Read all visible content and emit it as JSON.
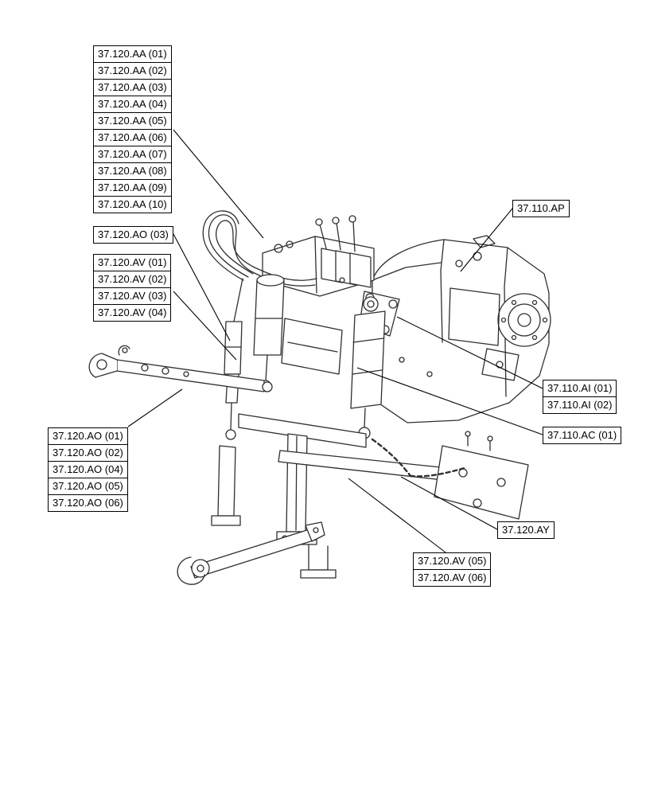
{
  "figure": {
    "background": "#ffffff",
    "line_color": "#2f2f2f",
    "callout_border": "#000000",
    "callout_background": "#ffffff"
  },
  "labels": {
    "aa": [
      "37.120.AA (01)",
      "37.120.AA (02)",
      "37.120.AA (03)",
      "37.120.AA (04)",
      "37.120.AA (05)",
      "37.120.AA (06)",
      "37.120.AA (07)",
      "37.120.AA (08)",
      "37.120.AA (09)",
      "37.120.AA (10)"
    ],
    "ao3": "37.120.AO (03)",
    "av_upper": [
      "37.120.AV (01)",
      "37.120.AV (02)",
      "37.120.AV (03)",
      "37.120.AV (04)"
    ],
    "ao_lower": [
      "37.120.AO (01)",
      "37.120.AO (02)",
      "37.120.AO (04)",
      "37.120.AO (05)",
      "37.120.AO (06)"
    ],
    "ap": "37.110.AP",
    "ai": [
      "37.110.AI (01)",
      "37.110.AI (02)"
    ],
    "ac": "37.110.AC (01)",
    "ay": "37.120.AY",
    "av_lower": [
      "37.120.AV (05)",
      "37.120.AV (06)"
    ]
  }
}
